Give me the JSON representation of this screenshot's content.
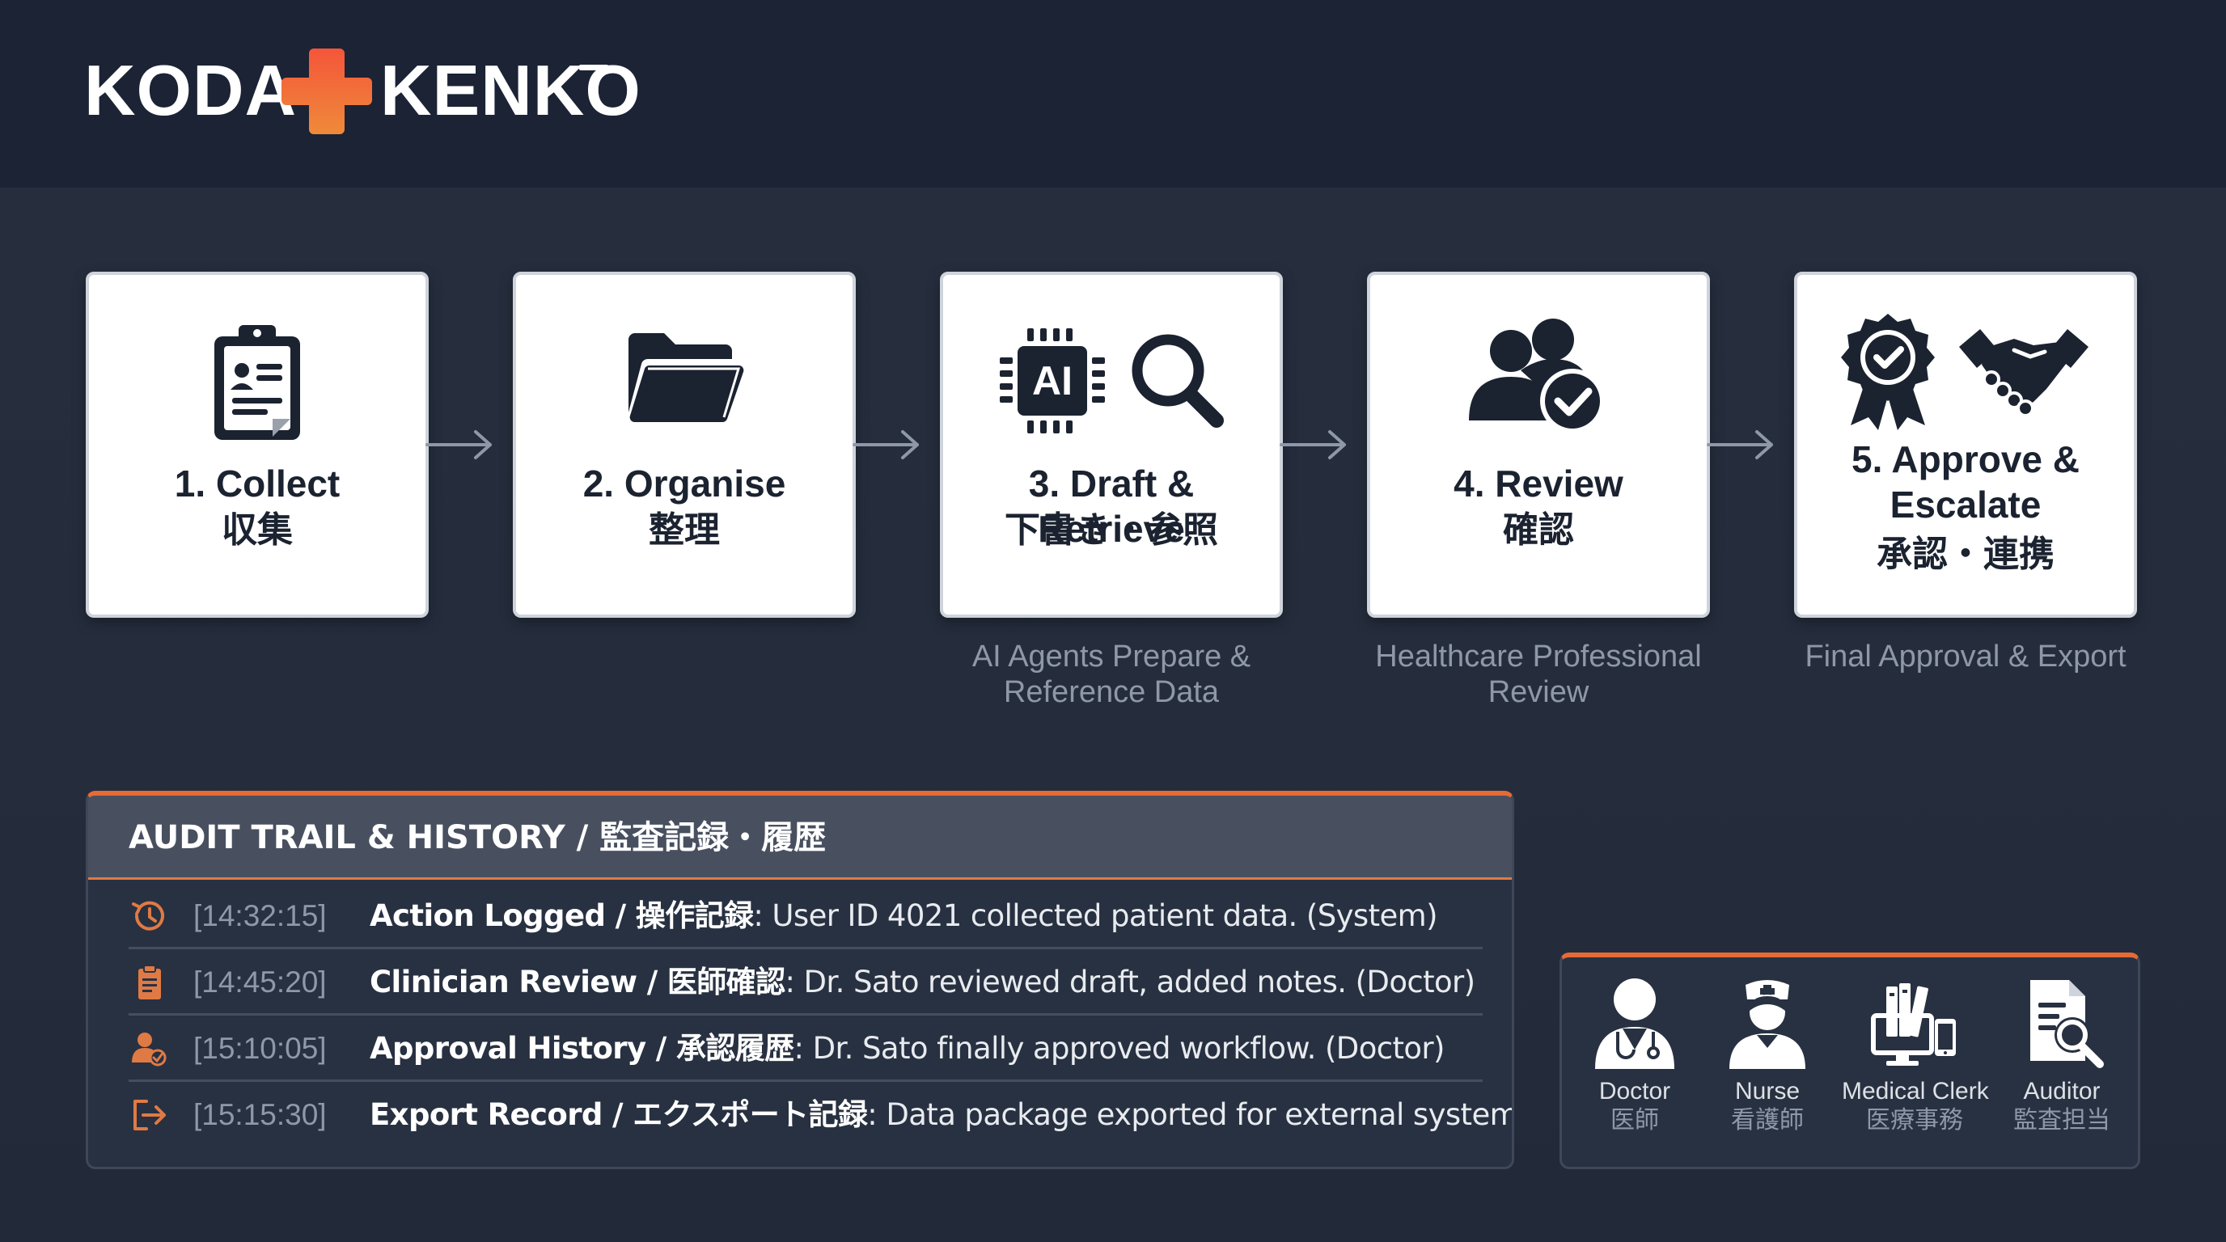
{
  "brand": {
    "left": "KODA",
    "right": "KENKO",
    "colors": {
      "cross_top": "#f4553a",
      "cross_bottom": "#ef8a3a",
      "header_bg": "#1b2335"
    }
  },
  "steps": [
    {
      "title": "1. Collect",
      "title2": "",
      "title_jp": "収集",
      "caption": "",
      "icons": [
        "clipboard-icon"
      ]
    },
    {
      "title": "2. Organise",
      "title2": "",
      "title_jp": "整理",
      "caption": "",
      "icons": [
        "folder-icon"
      ]
    },
    {
      "title": "3. Draft & Retrieve",
      "title2": "",
      "title_jp": "下書き・参照",
      "caption": "AI Agents Prepare & Reference Data",
      "icons": [
        "ai-chip-icon",
        "magnifier-icon"
      ],
      "chip_label": "AI"
    },
    {
      "title": "4. Review",
      "title2": "",
      "title_jp": "確認",
      "caption": "Healthcare Professional Review",
      "icons": [
        "users-check-icon"
      ]
    },
    {
      "title": "5. Approve &",
      "title2": "Escalate",
      "title_jp": "承認・連携",
      "caption": "Final Approval & Export",
      "icons": [
        "award-badge-icon",
        "handshake-icon"
      ]
    }
  ],
  "audit": {
    "title": "AUDIT TRAIL & HISTORY / 監査記録・履歴",
    "accent": "#e56b36",
    "rows": [
      {
        "icon": "history-icon",
        "time": "[14:32:15]",
        "label": "Action Logged / 操作記録",
        "detail": ": User ID 4021 collected patient data. (System)"
      },
      {
        "icon": "clipboard-icon",
        "time": "[14:45:20]",
        "label": "Clinician Review / 医師確認",
        "detail": ": Dr. Sato reviewed draft, added notes. (Doctor)"
      },
      {
        "icon": "user-check-icon",
        "time": "[15:10:05]",
        "label": "Approval History / 承認履歴",
        "detail": ": Dr. Sato finally approved workflow. (Doctor)"
      },
      {
        "icon": "export-icon",
        "time": "[15:15:30]",
        "label": "Export Record / エクスポート記録",
        "detail": ": Data package exported for external system. (System)"
      }
    ]
  },
  "roles": [
    {
      "name": "Doctor",
      "name_jp": "医師",
      "icon": "doctor-icon"
    },
    {
      "name": "Nurse",
      "name_jp": "看護師",
      "icon": "nurse-icon"
    },
    {
      "name": "Medical Clerk",
      "name_jp": "医療事務",
      "icon": "medical-clerk-icon"
    },
    {
      "name": "Auditor",
      "name_jp": "監査担当",
      "icon": "auditor-icon"
    }
  ]
}
